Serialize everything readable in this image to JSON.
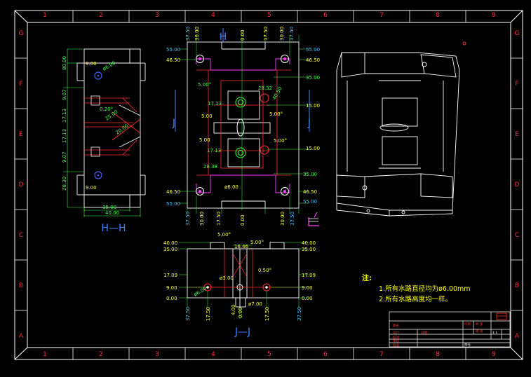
{
  "grid": {
    "columns": [
      "1",
      "2",
      "3",
      "4",
      "5",
      "6",
      "7",
      "8",
      "9"
    ],
    "rows": [
      "G",
      "F",
      "E",
      "D",
      "C",
      "B",
      "A"
    ]
  },
  "views": {
    "hh": "H—H",
    "jj": "J—J",
    "h_mark": "H",
    "j_left": "J",
    "j_right": "J"
  },
  "notes": {
    "title": "注:",
    "line1": "1.所有水路直径均为ø6.00mm",
    "line2": "2.所有水路高度均一样。"
  },
  "dims_side": {
    "d1": "9.00",
    "d2": "ø6.00",
    "d3": "80.00",
    "d4": "9.07",
    "d5": "17.13",
    "d6": "0.20°",
    "d7": "9.07",
    "d8": "28.30",
    "d9": "9.00",
    "d10": "25.00",
    "d11": "35.00",
    "d12": "40.00",
    "d13": "20.00",
    "d14": "17.13"
  },
  "dims_top": {
    "t1": "37.50",
    "t2": "30.00",
    "t3": "0.00",
    "t4": "17.50",
    "t5": "30.00",
    "t6": "37.50",
    "l1": "55.00",
    "l2": "46.50",
    "r1": "55.00",
    "r2": "46.50",
    "r3": "35.00",
    "c1": "5.00°",
    "c2": "28.32",
    "c3": "17.13",
    "c4": "5.00",
    "c5": "5.00°",
    "c6": "17.13",
    "c7": "28.38",
    "c8": "5.00°",
    "c9": "15.00",
    "c10": "15.00",
    "c11": "40.50",
    "c12": "5.00",
    "c13": "ø6.00",
    "l3": "46.50",
    "l4": "55.00",
    "r4": "46.50",
    "r5": "55.00",
    "r6": "35.00",
    "b1": "37.50",
    "b2": "30.00",
    "b3": "17.50",
    "b4": "0.00",
    "b5": "30.00",
    "b6": "37.50"
  },
  "dims_front": {
    "f1": "40.00",
    "f2": "35.00",
    "f3": "17.09",
    "f4": "9.00",
    "f5": "0.00",
    "f6": "40.00",
    "f7": "35.00",
    "f8": "17.09",
    "f9": "9.00",
    "f10": "0.00",
    "f11": "5.00°",
    "f12": "16.46",
    "f13": "5.00°",
    "f14": "ø3.00",
    "f15": "0.50°",
    "f16": "ø6.00",
    "f17": "ø7.00",
    "f18": "37.50",
    "f19": "17.50",
    "f20": "4.00",
    "f21": "0.00",
    "f22": "17.50",
    "f23": "37.50"
  },
  "title_block": {
    "r1": "图名",
    "r2": "比例",
    "r3": "设计",
    "r4": "校对",
    "r5": "审核",
    "r6": "批准",
    "r7": "日期",
    "c1": "共 张",
    "c2": "第 张",
    "s1": "1:1",
    "s2": "图号"
  }
}
